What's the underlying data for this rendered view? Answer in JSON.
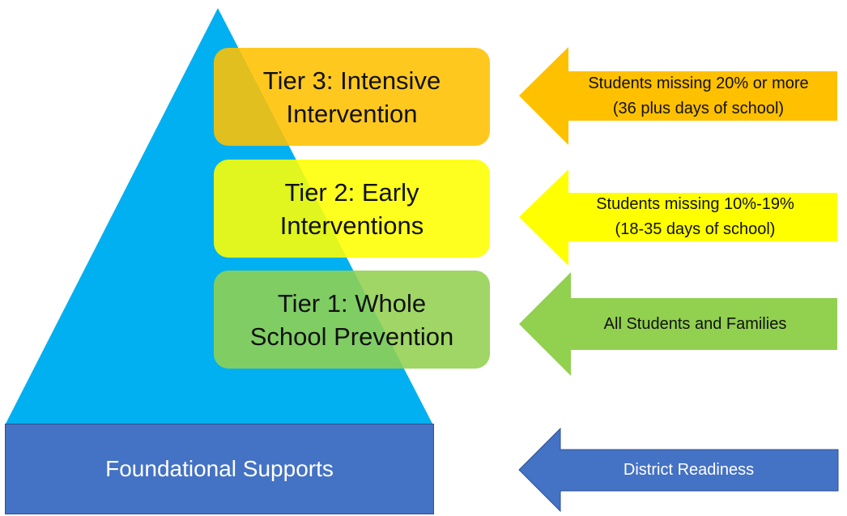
{
  "colors": {
    "pyramid": "#00B0F0",
    "tier3": "#FFC000",
    "tier2": "#FFFF00",
    "tier1": "#92D050",
    "foundation": "#4472C4"
  },
  "tiers": [
    {
      "label": "Tier 3: Intensive\nIntervention",
      "arrow_text": "Students missing 20% or more\n(36 plus days of school)"
    },
    {
      "label": "Tier 2: Early\nInterventions",
      "arrow_text": "Students missing 10%-19%\n(18-35 days of school)"
    },
    {
      "label": "Tier 1: Whole\nSchool  Prevention",
      "arrow_text": "All Students and Families"
    }
  ],
  "foundation": {
    "label": "Foundational Supports",
    "arrow_text": "District Readiness"
  }
}
